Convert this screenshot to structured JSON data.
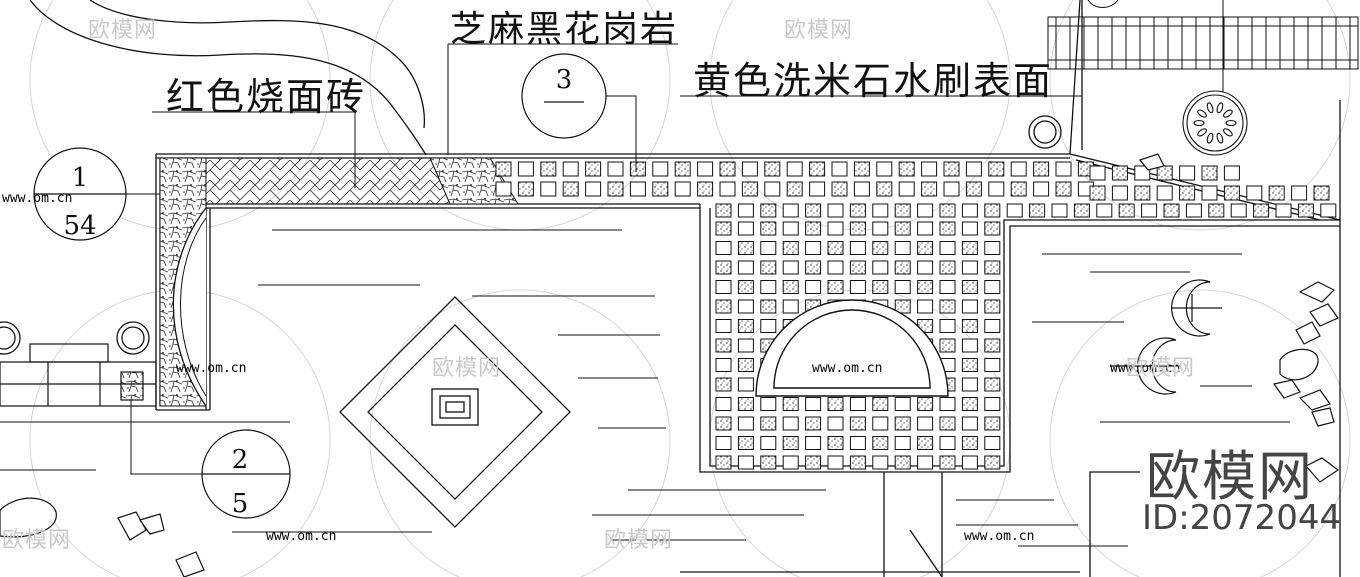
{
  "labels": {
    "red_brick": "红色烧面砖",
    "sesame_granite": "芝麻黑花岗岩",
    "yellow_terrazzo": "黄色洗米石水刷表面"
  },
  "detail_markers": [
    {
      "top": "1",
      "bottom": "54"
    },
    {
      "top": "2",
      "bottom": "5"
    },
    {
      "top": "3",
      "bottom": ""
    }
  ],
  "brand": {
    "name": "欧模网",
    "id": "ID:2072044"
  },
  "watermark": {
    "name": "欧模网",
    "url": "www.om.cn"
  },
  "colors": {
    "line": "#111111",
    "watermark": "#c9c9c9"
  }
}
